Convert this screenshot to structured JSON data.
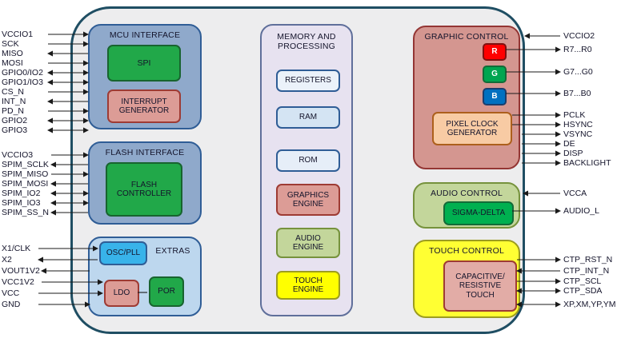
{
  "diagram": {
    "blocks": {
      "mcu": {
        "title": "MCU INTERFACE",
        "spi": "SPI",
        "interrupt_generator": "INTERRUPT GENERATOR"
      },
      "flash": {
        "title": "FLASH INTERFACE",
        "controller": "FLASH CONTROLLER"
      },
      "extras": {
        "title": "EXTRAS",
        "osc_pll": "OSC/PLL",
        "ldo": "LDO",
        "por": "POR"
      },
      "memory": {
        "title": "MEMORY AND PROCESSING",
        "registers": "REGISTERS",
        "ram": "RAM",
        "rom": "ROM",
        "graphics_engine": "GRAPHICS ENGINE",
        "audio_engine": "AUDIO ENGINE",
        "touch_engine": "TOUCH ENGINE"
      },
      "graphic": {
        "title": "GRAPHIC CONTROL",
        "r": "R",
        "g": "G",
        "b": "B",
        "pixel_clock_generator": "PIXEL CLOCK GENERATOR"
      },
      "audio": {
        "title": "AUDIO CONTROL",
        "sigma_delta": "SIGMA-DELTA"
      },
      "touch": {
        "title": "TOUCH CONTROL",
        "capacitive_resistive_touch": "CAPACITIVE/ RESISTIVE TOUCH"
      }
    },
    "pins": {
      "left_mcu": [
        "VCCIO1",
        "SCK",
        "MISO",
        "MOSI",
        "GPIO0/IO2",
        "GPIO1/IO3",
        "CS_N",
        "INT_N",
        "PD_N",
        "GPIO2",
        "GPIO3"
      ],
      "left_flash": [
        "VCCIO3",
        "SPIM_SCLK",
        "SPIM_MISO",
        "SPIM_MOSI",
        "SPIM_IO2",
        "SPIM_IO3",
        "SPIM_SS_N"
      ],
      "left_extras": [
        "X1/CLK",
        "X2",
        "VOUT1V2",
        "VCC1V2",
        "VCC",
        "GND"
      ],
      "right_graphic": [
        "VCCIO2",
        "R7...R0",
        "G7...G0",
        "B7...B0",
        "PCLK",
        "HSYNC",
        "VSYNC",
        "DE",
        "DISP",
        "BACKLIGHT"
      ],
      "right_audio": [
        "VCCA",
        "AUDIO_L"
      ],
      "right_touch": [
        "CTP_RST_N",
        "CTP_INT_N",
        "CTP_SCL",
        "CTP_SDA",
        "XP,XM,YP,YM"
      ]
    },
    "colors": {
      "chip_border": "#1F4E63",
      "chip_fill": "#EDEDEE",
      "interface_fill": "#8FA9CB",
      "interface_border": "#2F5D96",
      "green_fill": "#21A849",
      "salmon_fill": "#DC9C96",
      "salmon_border": "#9E3B34",
      "extras_fill": "#BDD7EE",
      "osc_fill": "#38B3EA",
      "memory_fill": "#E7E2F0",
      "graphic_fill": "#D49690",
      "audio_fill": "#C3D69B",
      "audio_border": "#76923C",
      "touch_fill": "#FFFF33",
      "touch_engine_fill": "#FFFF00",
      "pixel_fill": "#F8CBA4",
      "pixel_border": "#AD5F1C",
      "r_fill": "#FE0000",
      "g_fill": "#00A550",
      "b_fill": "#0070C0",
      "sigma_fill": "#00B050",
      "captouch_fill": "#E2ACA6"
    }
  }
}
